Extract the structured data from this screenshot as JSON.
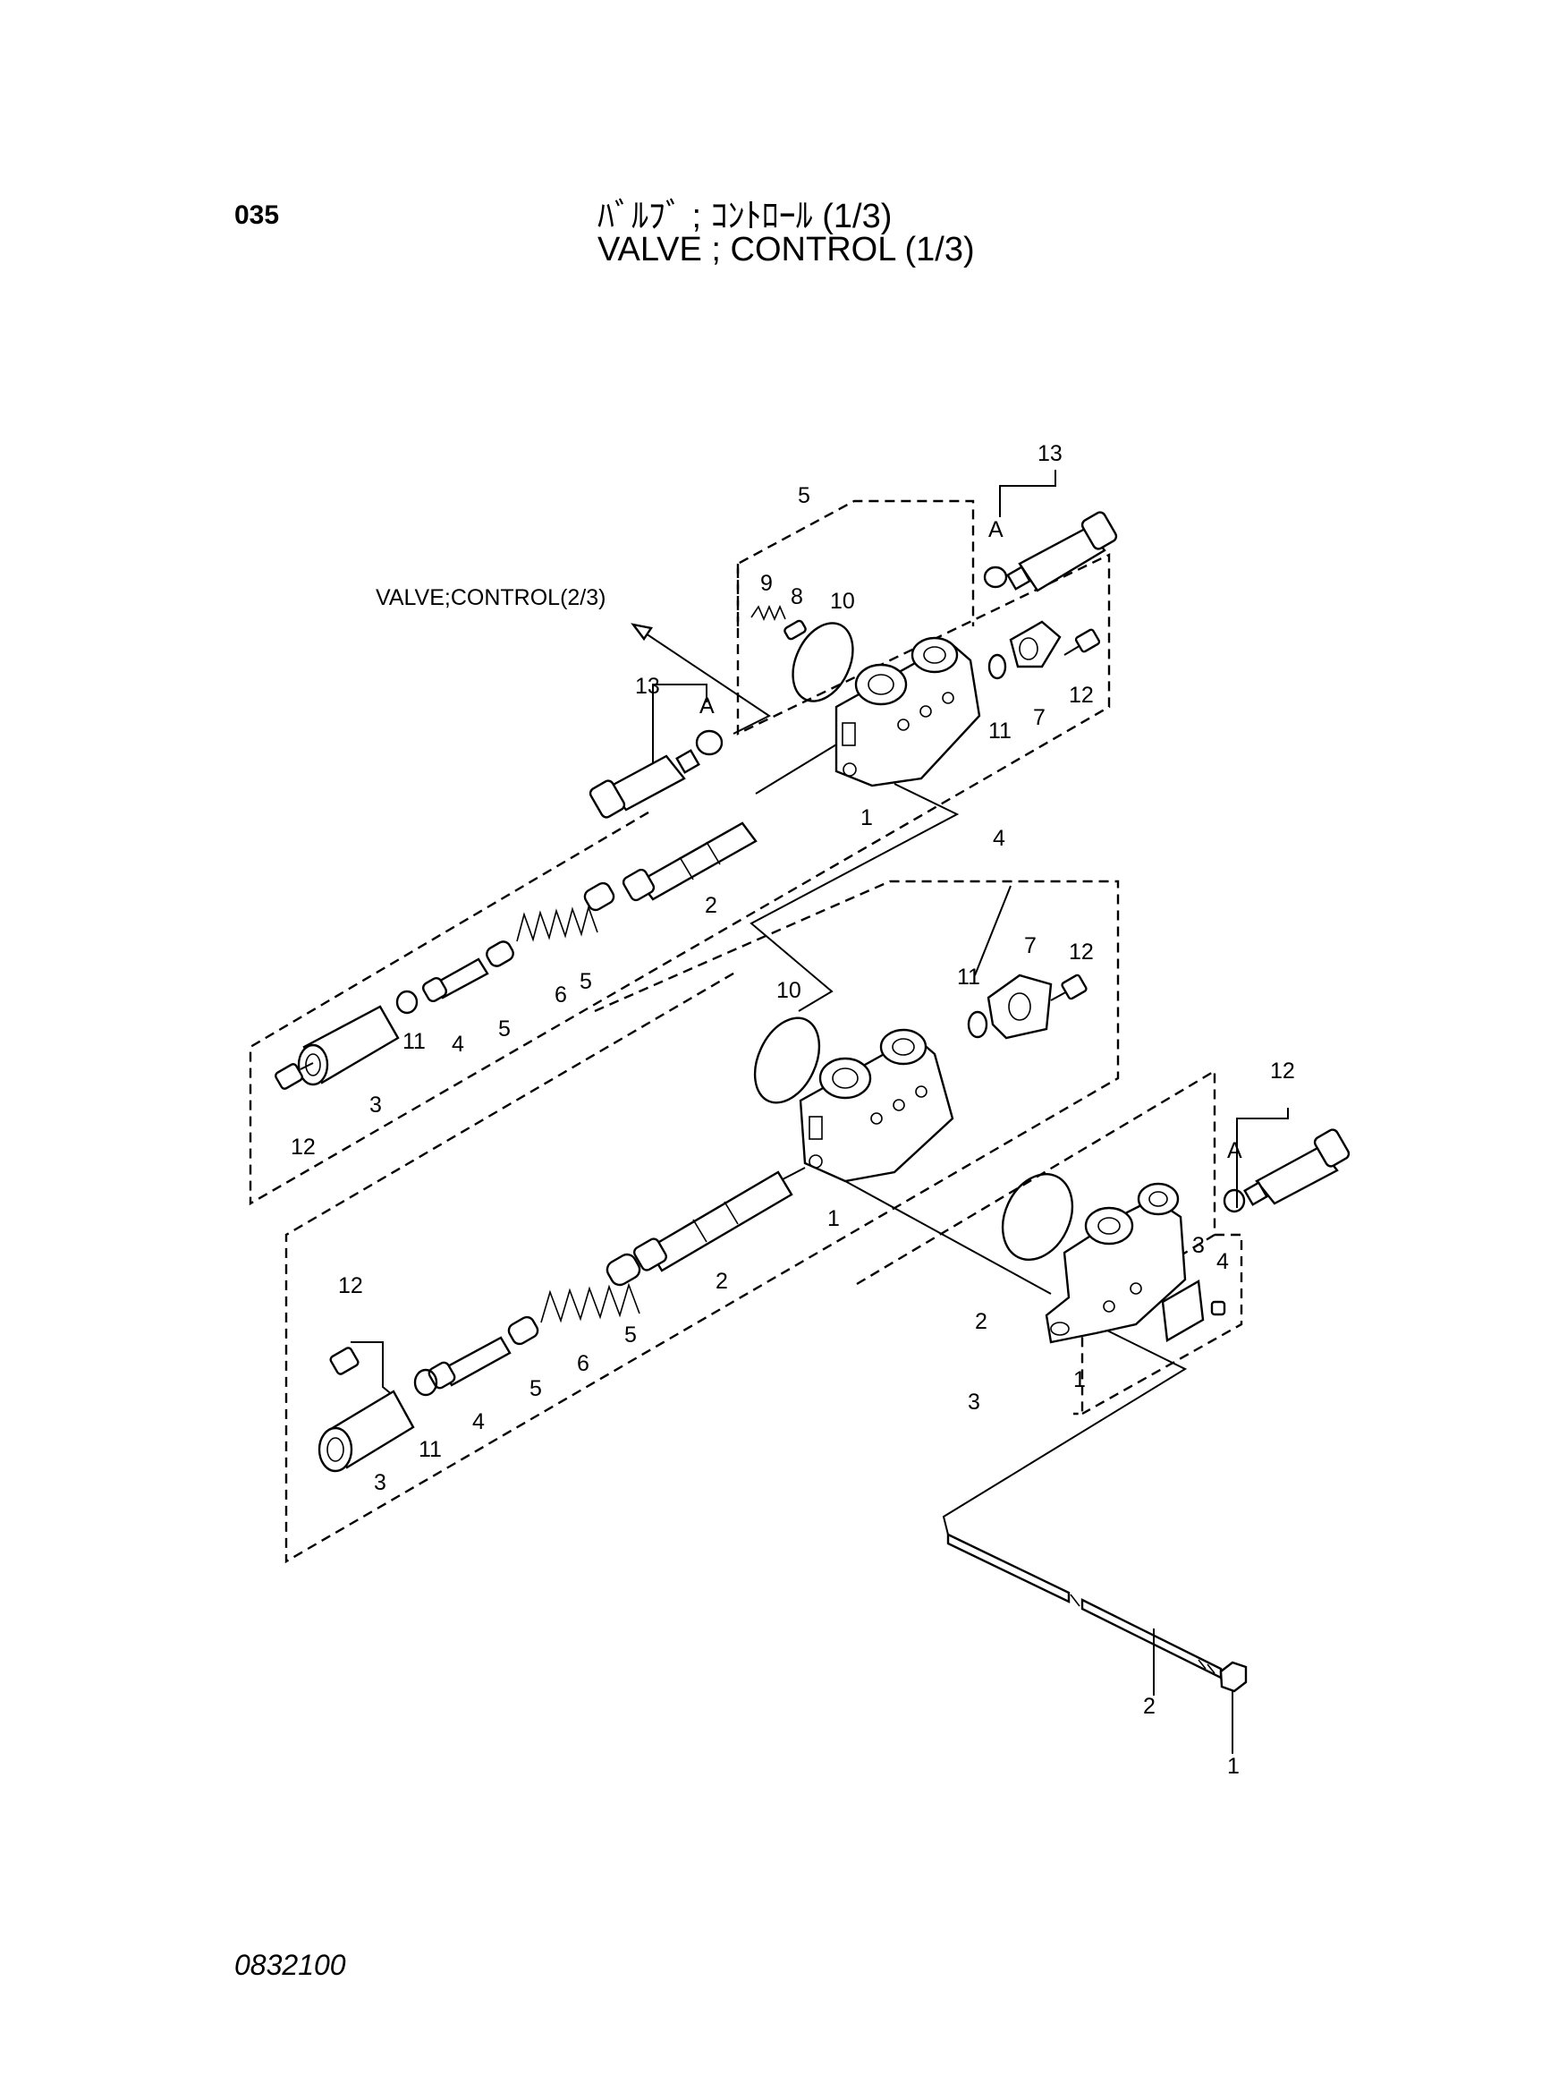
{
  "header": {
    "page_number": "035",
    "title_jp": "ﾊﾞﾙﾌﾞ ; ｺﾝﾄﾛｰﾙ (1/3)",
    "title_en": "VALVE ; CONTROL (1/3)"
  },
  "diagram": {
    "reference_label": "VALVE;CONTROL(2/3)",
    "callouts": {
      "c1": "13",
      "c2": "A",
      "c3": "5",
      "c4": "9",
      "c5": "8",
      "c6": "10",
      "c7": "11",
      "c8": "7",
      "c9": "12",
      "c10": "13",
      "c11": "A",
      "c12": "1",
      "c13": "2",
      "c14": "5",
      "c15": "6",
      "c16": "5",
      "c17": "4",
      "c18": "11",
      "c19": "3",
      "c20": "12",
      "c21": "4",
      "c22": "10",
      "c23": "11",
      "c24": "7",
      "c25": "12",
      "c26": "1",
      "c27": "2",
      "c28": "12",
      "c29": "A",
      "c30": "3",
      "c31": "4",
      "c32": "2",
      "c33": "1",
      "c34": "3",
      "c35": "12",
      "c36": "5",
      "c37": "6",
      "c38": "5",
      "c39": "4",
      "c40": "11",
      "c41": "3",
      "c42": "2",
      "c43": "1"
    }
  },
  "footer": {
    "drawing_code": "0832100"
  }
}
